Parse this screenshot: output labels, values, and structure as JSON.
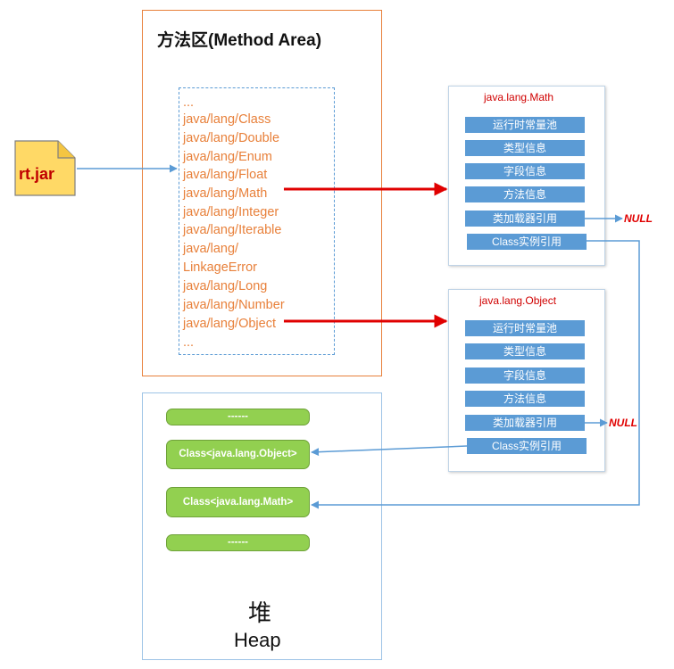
{
  "method_area": {
    "title": "方法区(Method Area)",
    "classes": [
      "...",
      "java/lang/Class",
      "java/lang/Double",
      "java/lang/Enum",
      "java/lang/Float",
      "java/lang/Math",
      "java/lang/Integer",
      "java/lang/Iterable",
      "java/lang/",
      "LinkageError",
      "java/lang/Long",
      "java/lang/Number",
      "java/lang/Object",
      "..."
    ]
  },
  "jar": {
    "label": "rt.jar"
  },
  "math_box": {
    "title": "java.lang.Math",
    "items": [
      "运行时常量池",
      "类型信息",
      "字段信息",
      "方法信息",
      "类加载器引用",
      "Class实例引用"
    ],
    "null_label": "NULL"
  },
  "object_box": {
    "title": "java.lang.Object",
    "items": [
      "运行时常量池",
      "类型信息",
      "字段信息",
      "方法信息",
      "类加载器引用",
      "Class实例引用"
    ],
    "null_label": "NULL"
  },
  "heap": {
    "items": [
      "------",
      "Class<java.lang.Object>",
      "Class<java.lang.Math>",
      "------"
    ],
    "label_cn": "堆",
    "label_en": "Heap"
  },
  "colors": {
    "method_border": "#e8803a",
    "class_text": "#e8803a",
    "item_fill": "#5b9bd5",
    "pill_fill": "#92d050",
    "red_arrow": "#e00000",
    "blue_line": "#5b9bd5"
  }
}
